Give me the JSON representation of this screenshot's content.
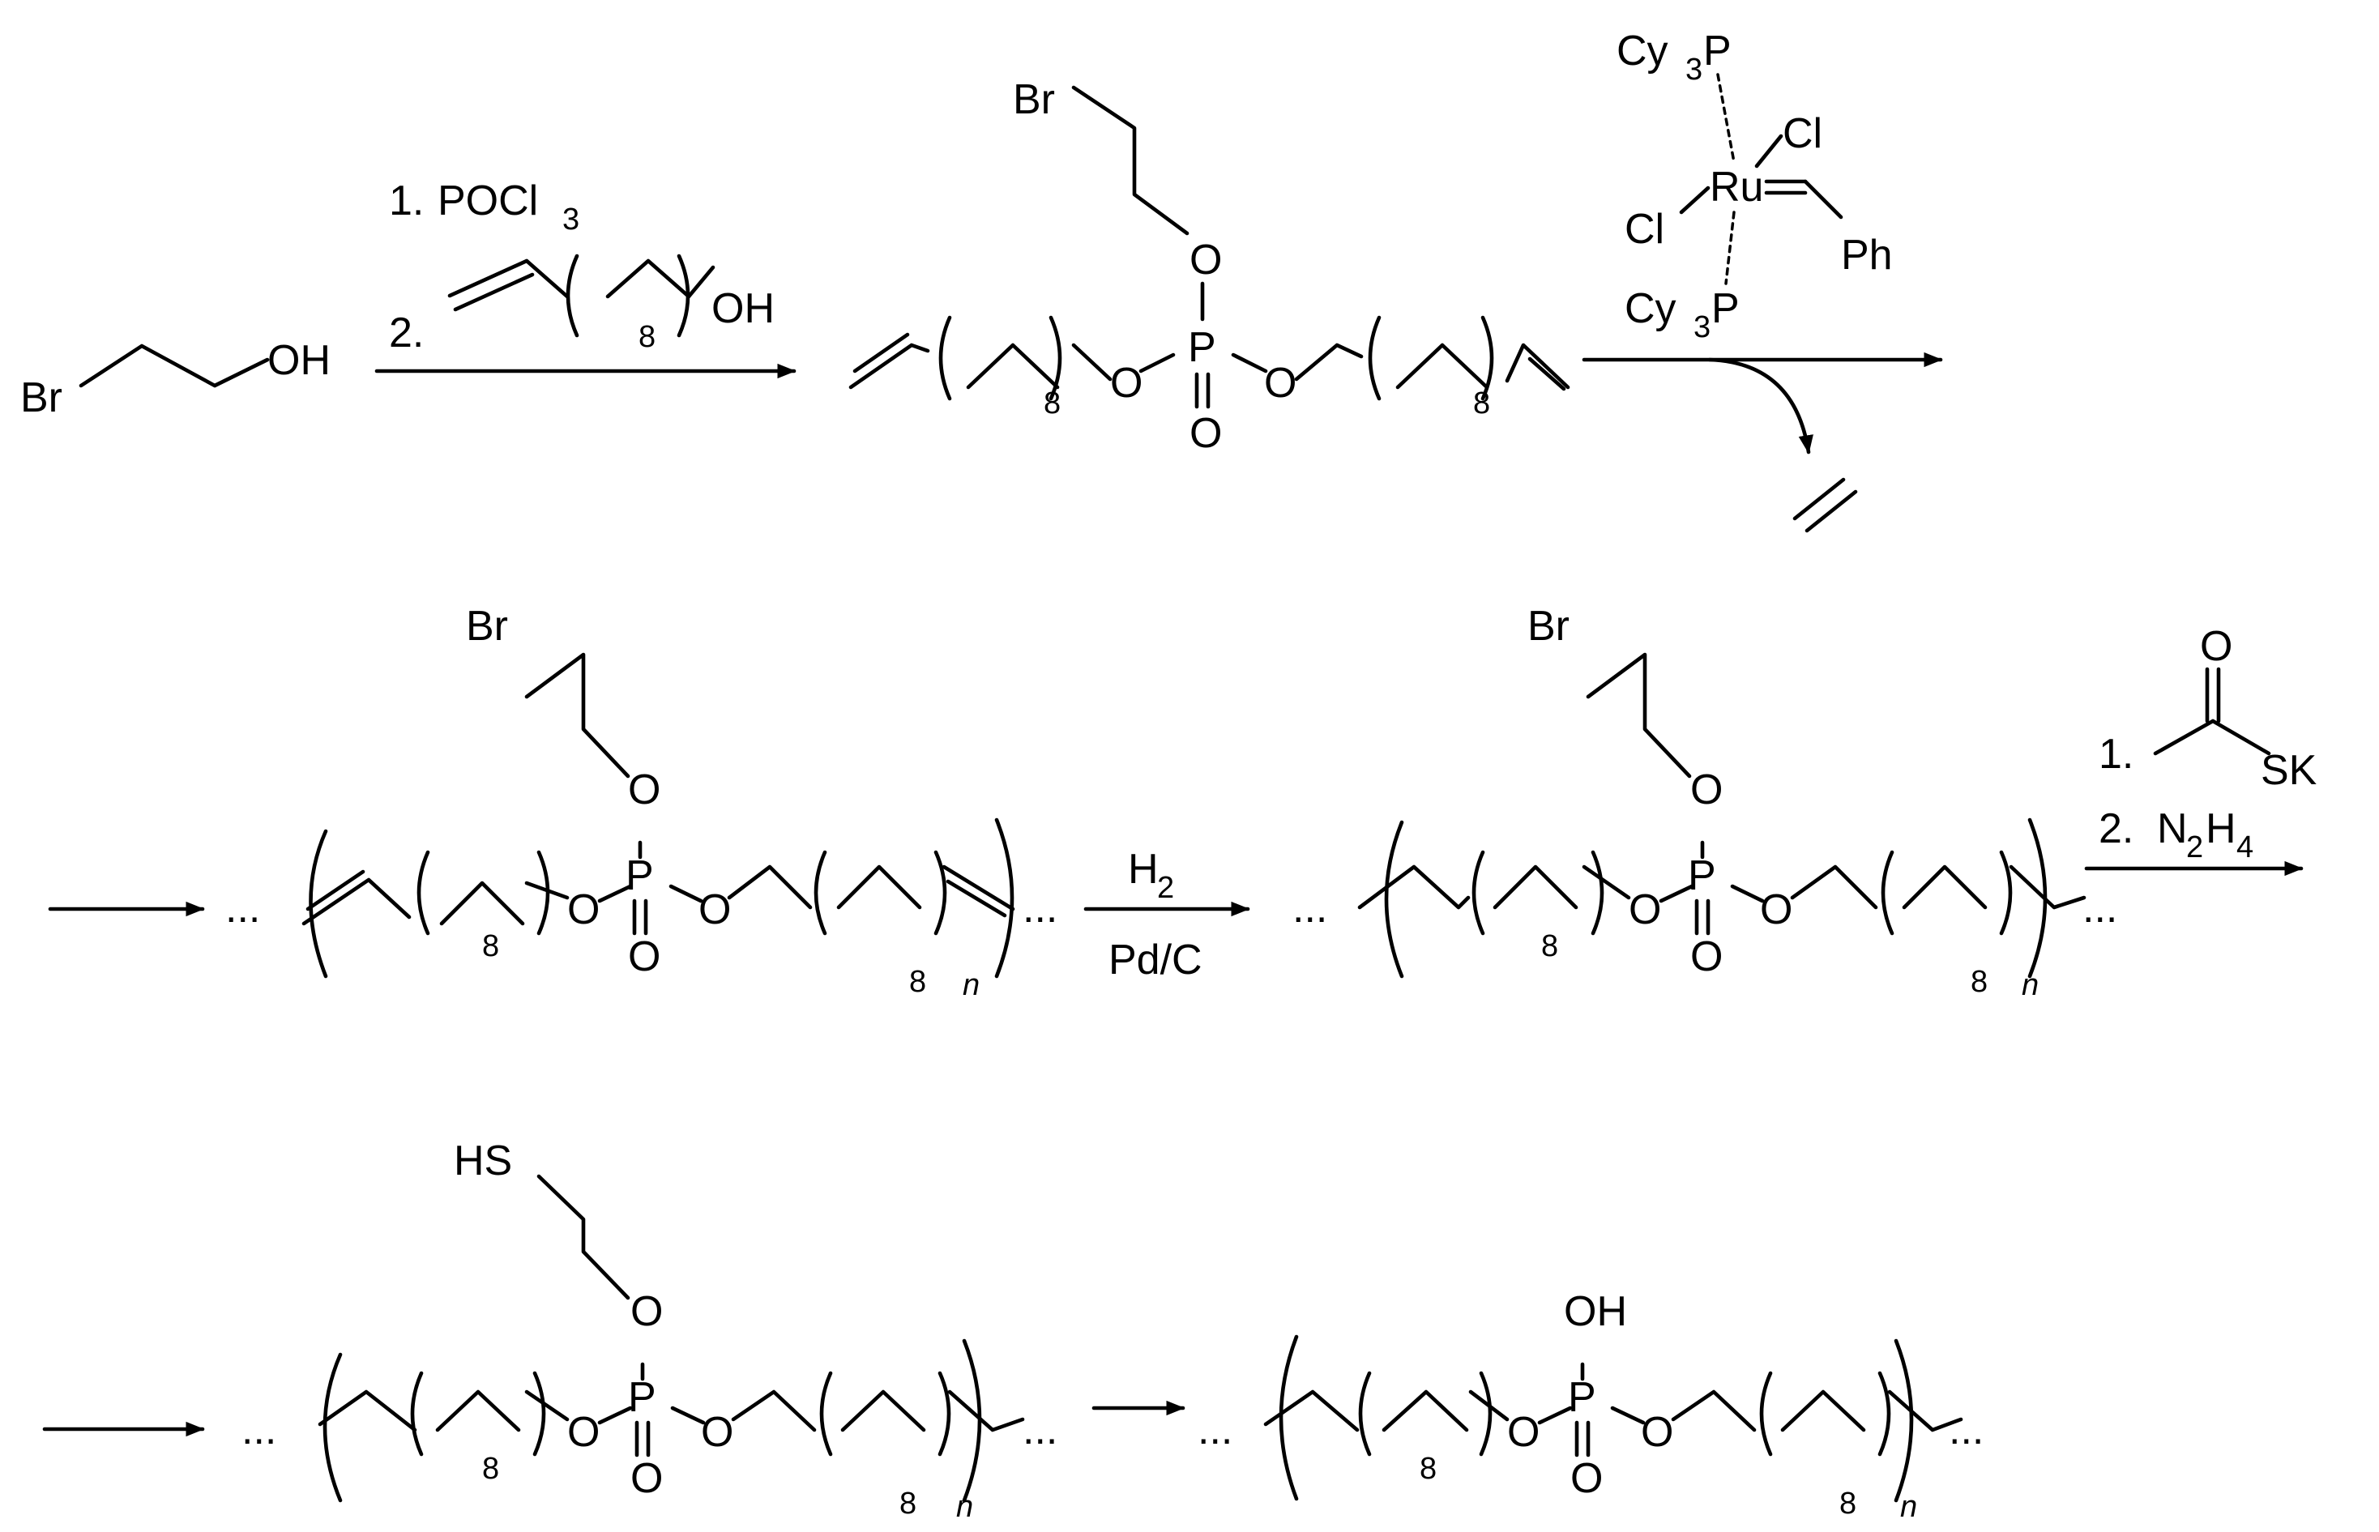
{
  "labels": {
    "br": "Br",
    "oh": "OH",
    "o": "O",
    "p": "P",
    "sub_8": "8",
    "n": "n",
    "hs": "HS",
    "dots": "...",
    "step_1": "1.",
    "step_2": "2.",
    "pocl": "POCl",
    "pocl_sub": "3",
    "cy": "Cy",
    "cy_sub": "3",
    "phos": "P",
    "ru": "Ru",
    "cl": "Cl",
    "ph": "Ph",
    "h": "H",
    "h_sub": "2",
    "pdc": "Pd/C",
    "sk": "SK",
    "n2h4_n": "N",
    "n2h4_sub1": "2",
    "n2h4_h": "H",
    "n2h4_sub2": "4"
  }
}
